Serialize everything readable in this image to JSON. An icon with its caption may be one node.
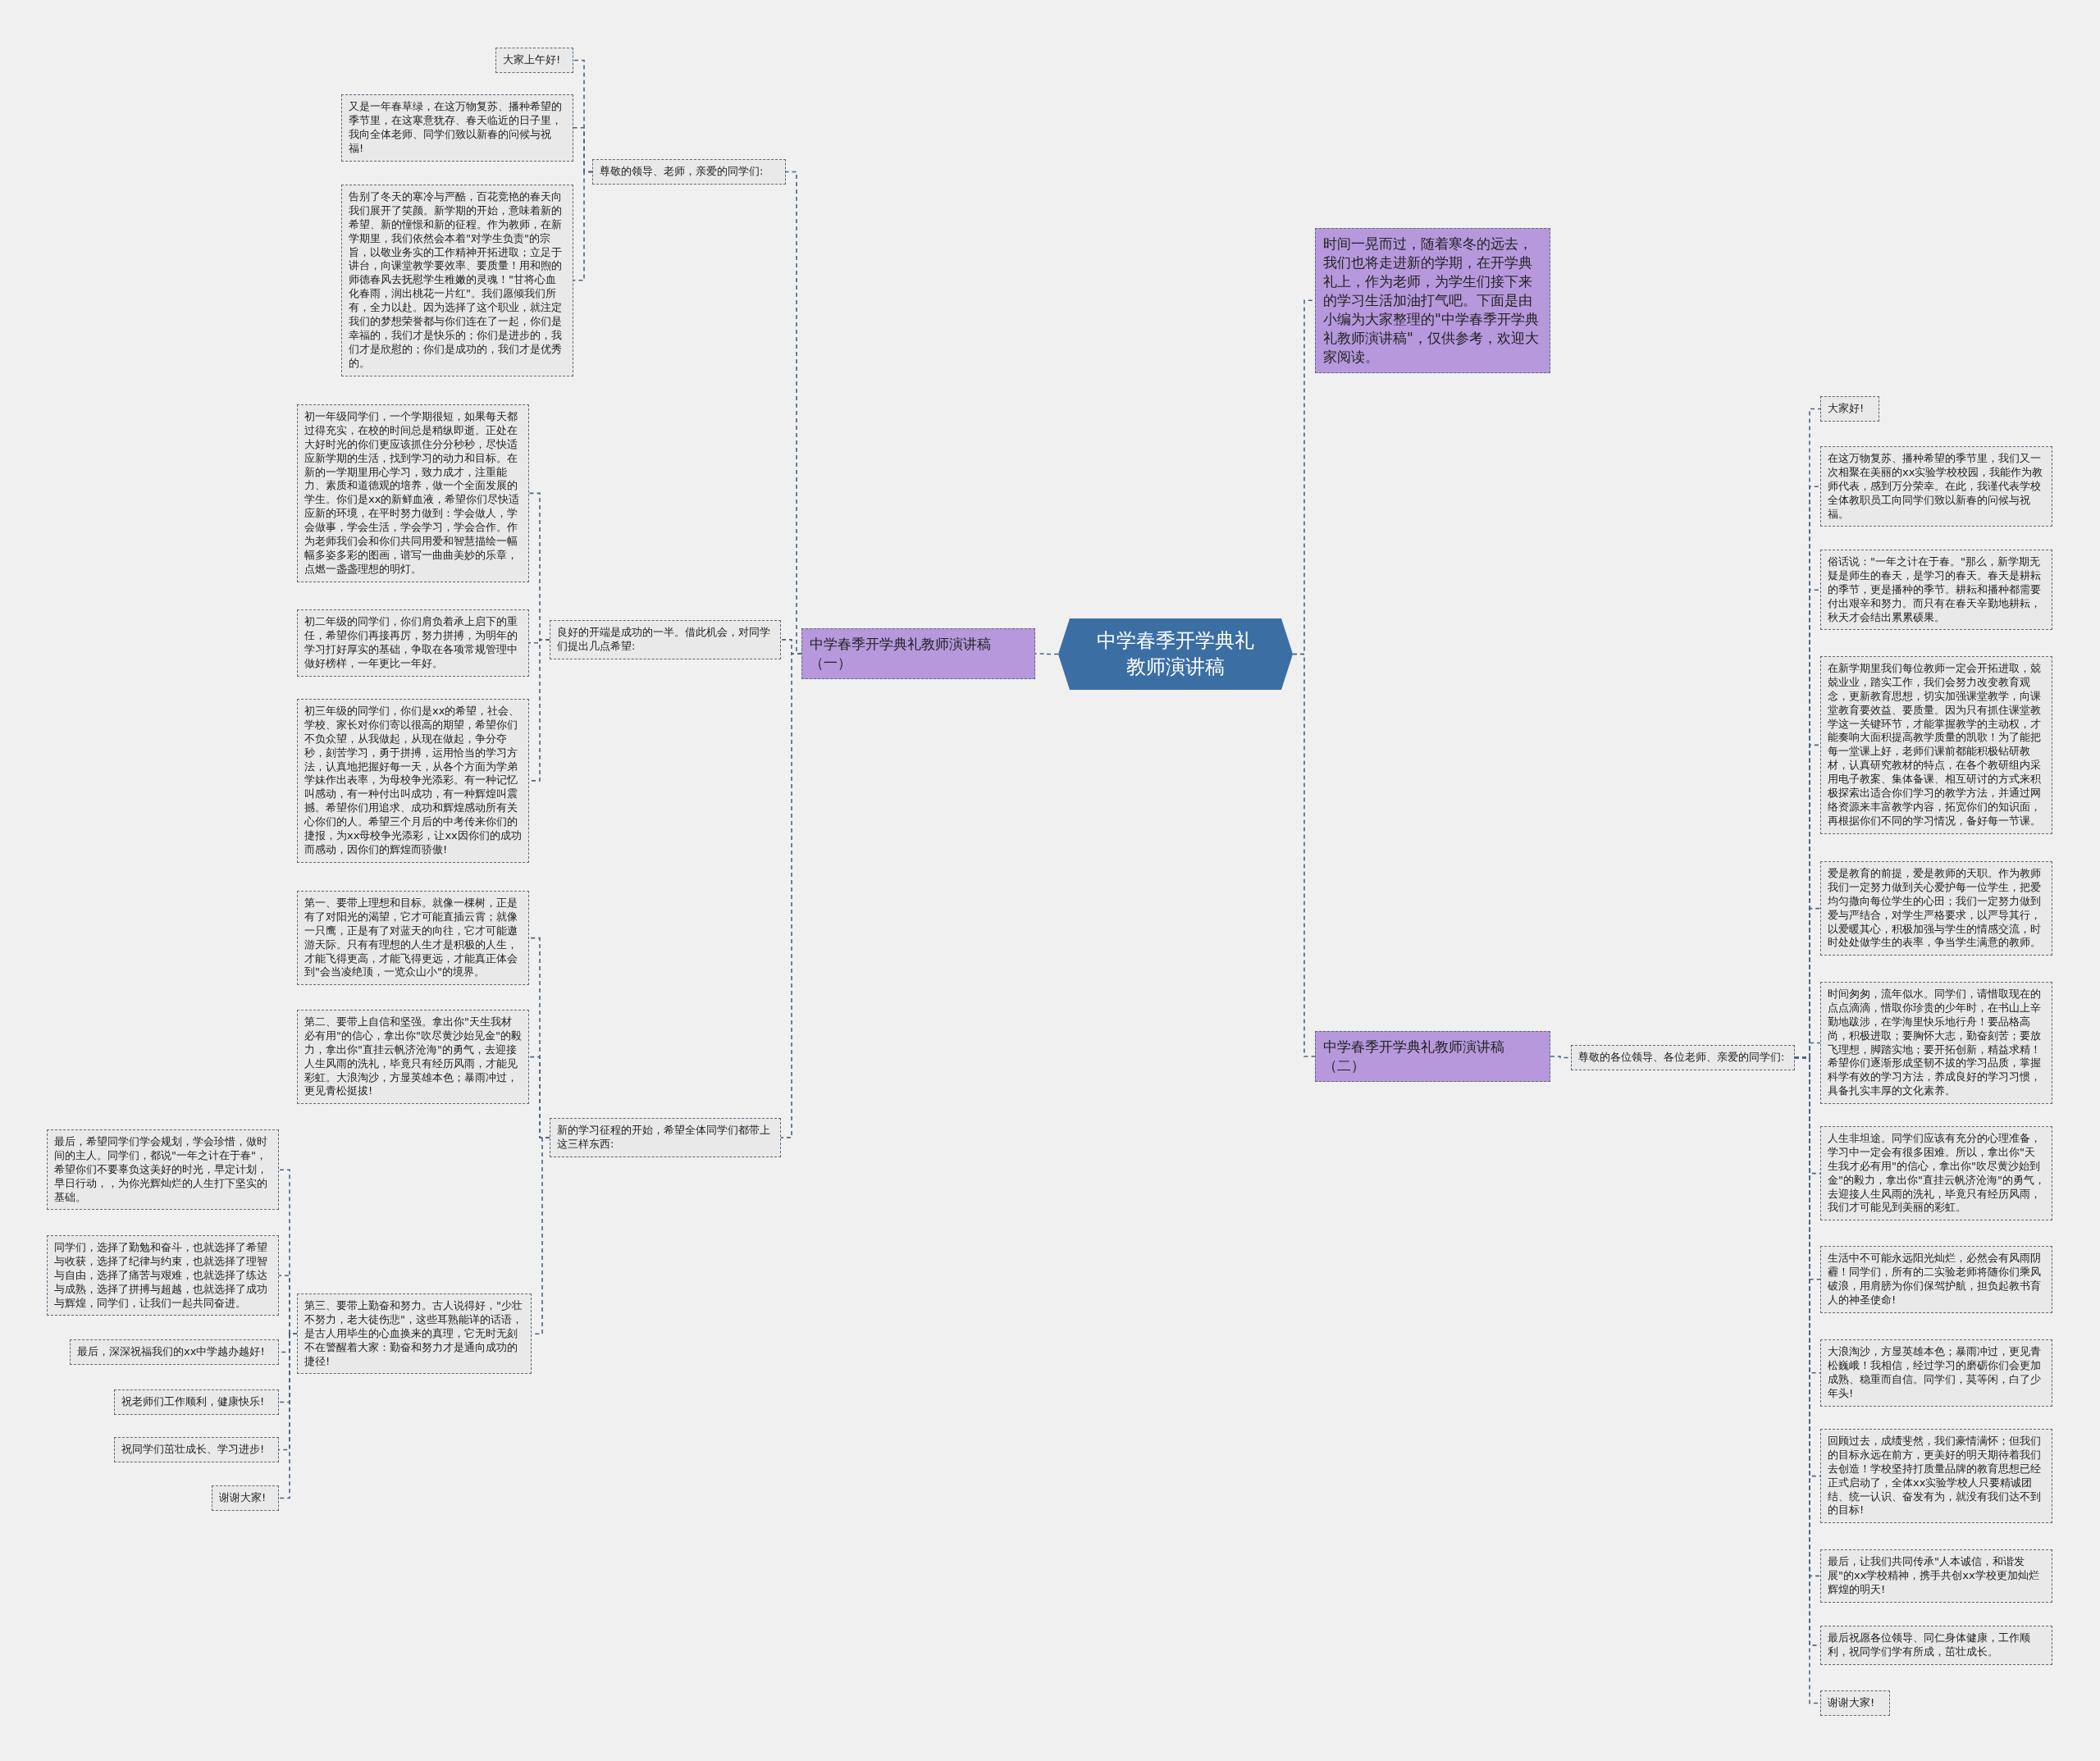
{
  "diagram": {
    "nodes": [
      {
        "text": [
          "中学春季开学典礼教师演讲稿"
        ]
      },
      {
        "text": [
          "时间一晃而过，随着寒冬的远去，我们也将走进新的学期，在开学典礼上，作为老师，为学生们接下来的学习生活加油打气吧。下面是由小编为大家整理的\"中学春季开学典礼教师演讲稿\"，仅供参考，欢迎大家阅读。"
        ]
      },
      {
        "text": [
          "中学春季开学典礼教师演讲稿（一）"
        ]
      },
      {
        "text": [
          "尊敬的领导、老师，亲爱的同学们:"
        ]
      },
      {
        "text": [
          "大家上午好!"
        ]
      },
      {
        "text": [
          "又是一年春草绿，在这万物复苏、播种希望的季节里，在这寒意犹存、春天临近的日子里，我向全体老师、同学们致以新春的问候与祝福!"
        ]
      },
      {
        "text": [
          "告别了冬天的寒冷与严酷，百花竞艳的春天向我们展开了笑颜。新学期的开始，意味着新的希望、新的憧憬和新的征程。作为教师，在新学期里，我们依然会本着\"对学生负责\"的宗旨，以敬业务实的工作精神开拓进取；立足于讲台，向课堂教学要效率、要质量！用和煦的师德春风去抚慰学生稚嫩的灵魂！\"甘将心血化春雨，润出桃花一片红\"。我们愿倾我们所有，全力以赴。因为选择了这个职业，就注定我们的梦想荣誉都与你们连在了一起，你们是幸福的，我们才是快乐的；你们是进步的，我们才是欣慰的；你们是成功的，我们才是优秀的。"
        ]
      },
      {
        "text": [
          "良好的开端是成功的一半。借此机会，对同学们提出几点希望:"
        ]
      },
      {
        "text": [
          "初一年级同学们，一个学期很短，如果每天都过得充实，在校的时间总是稍纵即逝。正处在大好时光的你们更应该抓住分分秒秒，尽快适应新学期的生活，找到学习的动力和目标。在新的一学期里用心学习，致力成才，注重能力、素质和道德观的培养，做一个全面发展的学生。你们是xx的新鲜血液，希望你们尽快适应新的环境，在平时努力做到：学会做人，学会做事，学会生活，学会学习，学会合作。作为老师我们会和你们共同用爱和智慧描绘一幅幅多姿多彩的图画，谱写一曲曲美妙的乐章，点燃一盏盏理想的明灯。"
        ]
      },
      {
        "text": [
          "初二年级的同学们，你们肩负着承上启下的重任，希望你们再接再厉，努力拼搏，为明年的学习打好厚实的基础，争取在各项常规管理中做好榜样，一年更比一年好。"
        ]
      },
      {
        "text": [
          "初三年级的同学们，你们是xx的希望，社会、学校、家长对你们寄以很高的期望，希望你们不负众望，从我做起，从现在做起，争分夺秒，刻苦学习，勇于拼搏，运用恰当的学习方法，认真地把握好每一天，从各个方面为学弟学妹作出表率，为母校争光添彩。有一种记忆叫感动，有一种付出叫成功，有一种辉煌叫震撼。希望你们用追求、成功和辉煌感动所有关心你们的人。希望三个月后的中考传来你们的捷报，为xx母校争光添彩，让xx因你们的成功而感动，因你们的辉煌而骄傲!"
        ]
      },
      {
        "text": [
          "新的学习征程的开始，希望全体同学们都带上这三样东西:"
        ]
      },
      {
        "text": [
          "第一、要带上理想和目标。就像一棵树，正是有了对阳光的渴望，它才可能直插云霄；就像一只鹰，正是有了对蓝天的向往，它才可能遨游天际。只有有理想的人生才是积极的人生，才能飞得更高，才能飞得更远，才能真正体会到\"会当凌绝顶，一览众山小\"的境界。"
        ]
      },
      {
        "text": [
          "第二、要带上自信和坚强。拿出你\"天生我材必有用\"的信心，拿出你\"吹尽黄沙始见金\"的毅力，拿出你\"直挂云帆济沧海\"的勇气，去迎接人生风雨的洗礼，毕竟只有经历风雨，才能见彩虹。大浪淘沙，方显英雄本色；暴雨冲过，更见青松挺拔!"
        ]
      },
      {
        "text": [
          "第三、要带上勤奋和努力。古人说得好，\"少壮不努力，老大徒伤悲\"，这些耳熟能详的话语，是古人用毕生的心血换来的真理，它无时无刻不在警醒着大家：勤奋和努力才是通向成功的捷径!"
        ]
      },
      {
        "text": [
          "最后，希望同学们学会规划，学会珍惜，做时间的主人。同学们，都说\"一年之计在于春\"，希望你们不要辜负这美好的时光，早定计划，早日行动，，为你光辉灿烂的人生打下坚实的基础。"
        ]
      },
      {
        "text": [
          "同学们，选择了勤勉和奋斗，也就选择了希望与收获，选择了纪律与约束，也就选择了理智与自由，选择了痛苦与艰难，也就选择了练达与成熟，选择了拼搏与超越，也就选择了成功与辉煌，同学们，让我们一起共同奋进。"
        ]
      },
      {
        "text": [
          "最后，深深祝福我们的xx中学越办越好!"
        ]
      },
      {
        "text": [
          "祝老师们工作顺利，健康快乐!"
        ]
      },
      {
        "text": [
          "祝同学们茁壮成长、学习进步!"
        ]
      },
      {
        "text": [
          "谢谢大家!"
        ]
      },
      {
        "text": [
          "中学春季开学典礼教师演讲稿（二）"
        ]
      },
      {
        "text": [
          "尊敬的各位领导、各位老师、亲爱的同学们:"
        ]
      },
      {
        "text": [
          "大家好!"
        ]
      },
      {
        "text": [
          "在这万物复苏、播种希望的季节里，我们又一次相聚在美丽的xx实验学校校园，我能作为教师代表，感到万分荣幸。在此，我谨代表学校全体教职员工向同学们致以新春的问候与祝福。"
        ]
      },
      {
        "text": [
          "俗话说：\"一年之计在于春。\"那么，新学期无疑是师生的春天，是学习的春天。春天是耕耘的季节，更是播种的季节。耕耘和播种都需要付出艰辛和努力。而只有在春天辛勤地耕耘，秋天才会结出累累硕果。"
        ]
      },
      {
        "text": [
          "在新学期里我们每位教师一定会开拓进取，兢兢业业，踏实工作，我们会努力改变教育观念，更新教育思想，切实加强课堂教学，向课堂教育要效益、要质量。因为只有抓住课堂教学这一关键环节，才能掌握教学的主动权，才能奏响大面积提高教学质量的凯歌！为了能把每一堂课上好，老师们课前都能积极钻研教材，认真研究教材的特点，在各个教研组内采用电子教案、集体备课、相互研讨的方式来积极探索出适合你们学习的教学方法，并通过网络资源来丰富教学内容，拓宽你们的知识面，再根据你们不同的学习情况，备好每一节课。"
        ]
      },
      {
        "text": [
          "爱是教育的前提，爱是教师的天职。作为教师我们一定努力做到关心爱护每一位学生，把爱均匀撒向每位学生的心田；我们一定努力做到爱与严结合，对学生严格要求，以严导其行，以爱暖其心，积极加强与学生的情感交流，时时处处做学生的表率，争当学生满意的教师。"
        ]
      },
      {
        "text": [
          "时间匆匆，流年似水。同学们，请惜取现在的点点滴滴，惜取你珍贵的少年时，在书山上辛勤地跋涉，在学海里快乐地行舟！要品格高尚，积极进取；要胸怀大志，勤奋刻苦；要放飞理想，脚踏实地；要开拓创新，精益求精！希望你们逐渐形成坚韧不拔的学习品质，掌握科学有效的学习方法，养成良好的学习习惯，具备扎实丰厚的文化素养。"
        ]
      },
      {
        "text": [
          "人生非坦途。同学们应该有充分的心理准备，学习中一定会有很多困难。所以，拿出你\"天生我才必有用\"的信心，拿出你\"吹尽黄沙始到金\"的毅力，拿出你\"直挂云帆济沧海\"的勇气，去迎接人生风雨的洗礼，毕竟只有经历风雨，我们才可能见到美丽的彩虹。"
        ]
      },
      {
        "text": [
          "生活中不可能永远阳光灿烂，必然会有风雨阴霾！同学们，所有的二实验老师将随你们乘风破浪，用肩膀为你们保驾护航，担负起教书育人的神圣使命!"
        ]
      },
      {
        "text": [
          "大浪淘沙，方显英雄本色；暴雨冲过，更见青松巍峨！我相信，经过学习的磨砺你们会更加成熟、稳重而自信。同学们，莫等闲，白了少年头!"
        ]
      },
      {
        "text": [
          "回顾过去，成绩斐然，我们豪情满怀；但我们的目标永远在前方，更美好的明天期待着我们去创造！学校坚持打质量品牌的教育思想已经正式启动了，全体xx实验学校人只要精诚团结、统一认识、奋发有为，就没有我们达不到的目标!"
        ]
      },
      {
        "text": [
          "最后，让我们共同传承\"人本诚信，和谐发展\"的xx学校精神，携手共创xx学校更加灿烂辉煌的明天!"
        ]
      },
      {
        "text": [
          "最后祝愿各位领导、同仁身体健康，工作顺利，祝同学们学有所成，茁壮成长。"
        ]
      },
      {
        "text": [
          "谢谢大家!"
        ]
      }
    ],
    "edges": [
      {
        "from": 0,
        "to": 1,
        "arrow": "none"
      },
      {
        "from": 0,
        "to": 2,
        "arrow": "none"
      },
      {
        "from": 0,
        "to": 21,
        "arrow": "none"
      },
      {
        "from": 2,
        "to": 3,
        "arrow": "none"
      },
      {
        "from": 3,
        "to": 4,
        "arrow": "none"
      },
      {
        "from": 3,
        "to": 5,
        "arrow": "none"
      },
      {
        "from": 3,
        "to": 6,
        "arrow": "none"
      },
      {
        "from": 2,
        "to": 7,
        "arrow": "none"
      },
      {
        "from": 7,
        "to": 8,
        "arrow": "none"
      },
      {
        "from": 7,
        "to": 9,
        "arrow": "none"
      },
      {
        "from": 7,
        "to": 10,
        "arrow": "none"
      },
      {
        "from": 2,
        "to": 11,
        "arrow": "none"
      },
      {
        "from": 11,
        "to": 12,
        "arrow": "none"
      },
      {
        "from": 11,
        "to": 13,
        "arrow": "none"
      },
      {
        "from": 11,
        "to": 14,
        "arrow": "none"
      },
      {
        "from": 14,
        "to": 15,
        "arrow": "none"
      },
      {
        "from": 14,
        "to": 16,
        "arrow": "none"
      },
      {
        "from": 14,
        "to": 17,
        "arrow": "none"
      },
      {
        "from": 14,
        "to": 18,
        "arrow": "none"
      },
      {
        "from": 14,
        "to": 19,
        "arrow": "none"
      },
      {
        "from": 14,
        "to": 20,
        "arrow": "none"
      },
      {
        "from": 21,
        "to": 22,
        "arrow": "none"
      },
      {
        "from": 22,
        "to": 23,
        "arrow": "none"
      },
      {
        "from": 22,
        "to": 24,
        "arrow": "none"
      },
      {
        "from": 22,
        "to": 25,
        "arrow": "none"
      },
      {
        "from": 22,
        "to": 26,
        "arrow": "none"
      },
      {
        "from": 22,
        "to": 27,
        "arrow": "none"
      },
      {
        "from": 22,
        "to": 28,
        "arrow": "none"
      },
      {
        "from": 22,
        "to": 29,
        "arrow": "none"
      },
      {
        "from": 22,
        "to": 30,
        "arrow": "none"
      },
      {
        "from": 22,
        "to": 31,
        "arrow": "none"
      },
      {
        "from": 22,
        "to": 32,
        "arrow": "none"
      },
      {
        "from": 22,
        "to": 33,
        "arrow": "none"
      },
      {
        "from": 22,
        "to": 34,
        "arrow": "none"
      },
      {
        "from": 22,
        "to": 35,
        "arrow": "none"
      }
    ]
  }
}
